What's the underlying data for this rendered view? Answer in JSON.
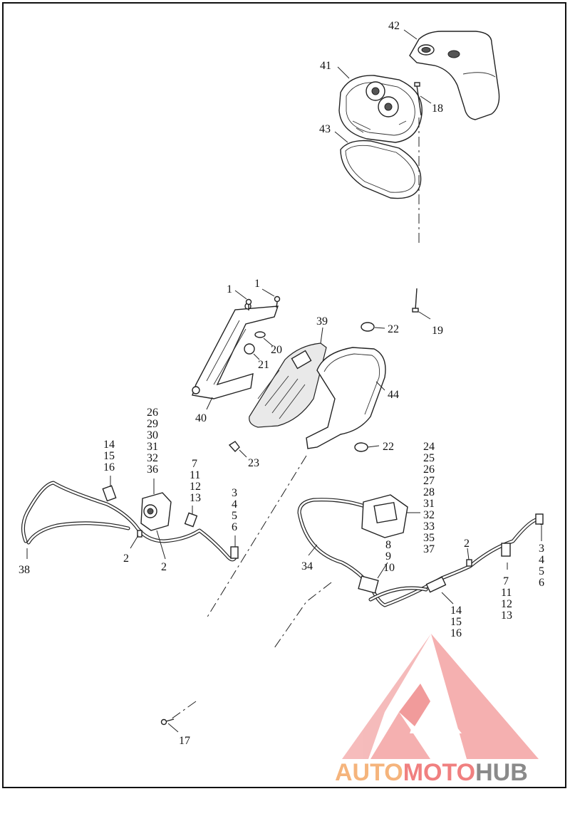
{
  "callouts": {
    "c42": "42",
    "c41": "41",
    "c18": "18",
    "c43": "43",
    "c1a": "1",
    "c1b": "1",
    "c19": "19",
    "c39": "39",
    "c22a": "22",
    "c20": "20",
    "c21": "21",
    "c44": "44",
    "c40": "40",
    "c23": "23",
    "c22b": "22",
    "c2a": "2",
    "c2b": "2",
    "c38": "38",
    "c34": "34",
    "c2c": "2",
    "c17": "17"
  },
  "stacks": {
    "left_connector": [
      "26",
      "29",
      "30",
      "31",
      "32",
      "36"
    ],
    "left_plug": [
      "14",
      "15",
      "16"
    ],
    "left_mid": [
      "7",
      "11",
      "12",
      "13"
    ],
    "left_end": [
      "3",
      "4",
      "5",
      "6"
    ],
    "right_connector": [
      "24",
      "25",
      "26",
      "27",
      "28",
      "31",
      "32",
      "33",
      "35",
      "37"
    ],
    "right_pigtail": [
      "8",
      "9",
      "10"
    ],
    "right_end": [
      "3",
      "4",
      "5",
      "6"
    ],
    "right_mid": [
      "7",
      "11",
      "12",
      "13"
    ],
    "right_plug": [
      "14",
      "15",
      "16"
    ]
  },
  "watermark": {
    "part1": "AUTO",
    "part2": "MOTO",
    "part3": "HUB",
    "color1": "#f5b47c",
    "color2": "#f08080",
    "color3": "#8a8a8a"
  }
}
